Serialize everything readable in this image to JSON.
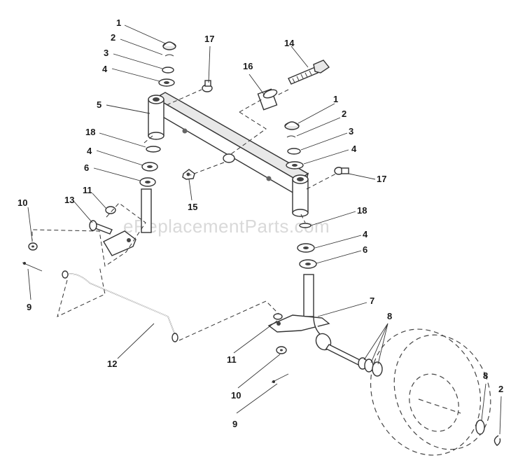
{
  "watermark": "eReplacementParts.com",
  "callouts": {
    "c1a": "1",
    "c2a": "2",
    "c3a": "3",
    "c4a": "4",
    "c5": "5",
    "c18a": "18",
    "c4b": "4",
    "c6a": "6",
    "c11a": "11",
    "c13": "13",
    "c10a": "10",
    "c9a": "9",
    "c12": "12",
    "c17a": "17",
    "c16": "16",
    "c14": "14",
    "c1b": "1",
    "c2b": "2",
    "c3b": "3",
    "c4c": "4",
    "c17b": "17",
    "c15": "15",
    "c18b": "18",
    "c4d": "4",
    "c6b": "6",
    "c7": "7",
    "c8a": "8",
    "c11b": "11",
    "c10b": "10",
    "c9b": "9",
    "c8b": "8",
    "c2c": "2"
  }
}
